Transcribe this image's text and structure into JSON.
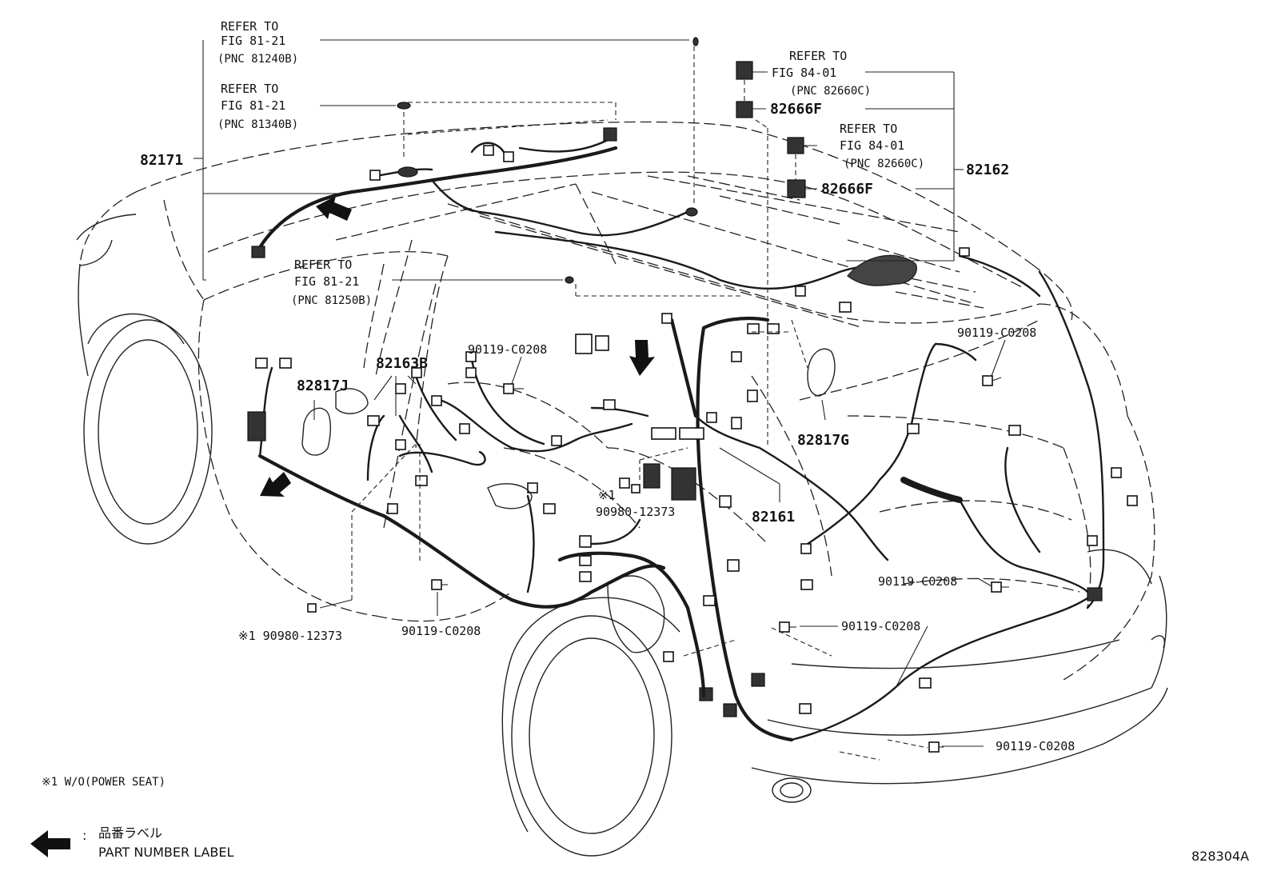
{
  "labels": {
    "refer_81240b": [
      "REFER TO",
      "FIG 81-21",
      "(PNC 81240B)"
    ],
    "refer_81340b": [
      "REFER TO",
      "FIG 81-21",
      "(PNC 81340B)"
    ],
    "refer_81250b": [
      "REFER TO",
      "FIG 81-21",
      "(PNC 81250B)"
    ],
    "refer_82660c_top": [
      "REFER TO",
      "FIG 84-01",
      "(PNC 82660C)"
    ],
    "refer_82660c_mid": [
      "REFER TO",
      "FIG 84-01",
      "(PNC 82660C)"
    ],
    "p82171": "82171",
    "p82162": "82162",
    "p82666f_a": "82666F",
    "p82666f_b": "82666F",
    "p82163b": "82163B",
    "p82817j": "82817J",
    "p82817g": "82817G",
    "p82161": "82161",
    "bolt_a": "90119-C0208",
    "bolt_b": "90119-C0208",
    "bolt_c": "90119-C0208",
    "bolt_d": "90119-C0208",
    "bolt_e": "90119-C0208",
    "bolt_f": "90119-C0208",
    "clip_mid_mark": "※1",
    "clip_mid": "90980-12373",
    "clip_low": "※1 90980-12373"
  },
  "footnote": "※1 W/O(POWER SEAT)",
  "legend": {
    "japanese": "品番ラベル",
    "english": "PART NUMBER LABEL"
  },
  "figure_number": "828304A"
}
